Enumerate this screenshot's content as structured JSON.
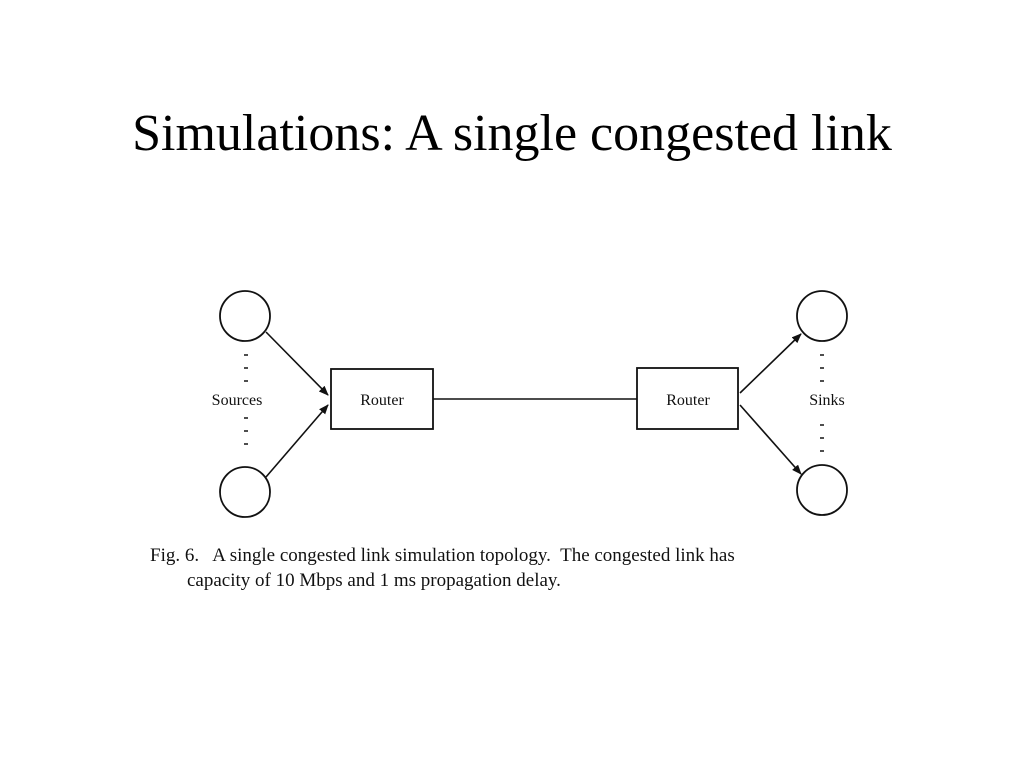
{
  "slide": {
    "title": "Simulations: A single congested link"
  },
  "diagram": {
    "left_router_label": "Router",
    "right_router_label": "Router",
    "sources_label": "Sources",
    "sinks_label": "Sinks",
    "nodes": [
      {
        "id": "source-top",
        "shape": "circle"
      },
      {
        "id": "source-bottom",
        "shape": "circle"
      },
      {
        "id": "left-router",
        "shape": "box"
      },
      {
        "id": "right-router",
        "shape": "box"
      },
      {
        "id": "sink-top",
        "shape": "circle"
      },
      {
        "id": "sink-bottom",
        "shape": "circle"
      }
    ],
    "edges": [
      {
        "from": "source-top",
        "to": "left-router",
        "arrow": true
      },
      {
        "from": "source-bottom",
        "to": "left-router",
        "arrow": true
      },
      {
        "from": "left-router",
        "to": "right-router",
        "arrow": false
      },
      {
        "from": "right-router",
        "to": "sink-top",
        "arrow": true
      },
      {
        "from": "right-router",
        "to": "sink-bottom",
        "arrow": true
      }
    ]
  },
  "caption": {
    "line1": "Fig. 6.   A single congested link simulation topology.  The congested link has",
    "line2": "capacity of 10 Mbps and 1 ms propagation delay."
  }
}
